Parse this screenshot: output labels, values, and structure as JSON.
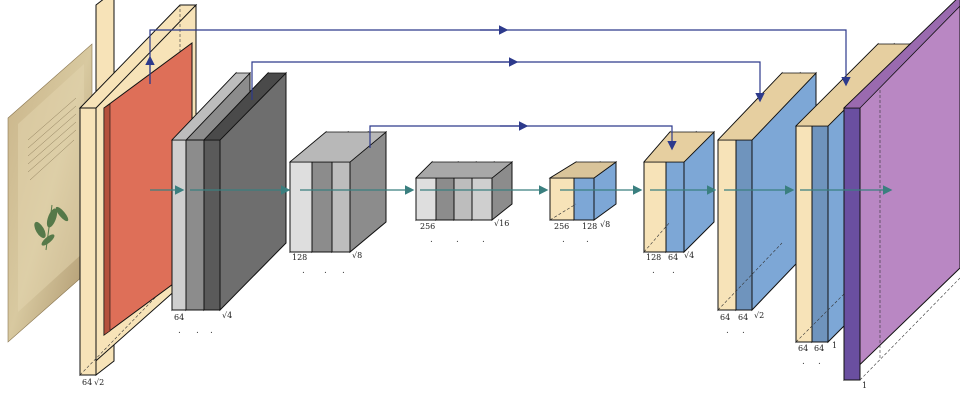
{
  "colors": {
    "encoder_block": "#f7e3b8",
    "conv_red": "#de6f58",
    "dark_gray": "#5a5a5a",
    "mid_gray": "#8c8c8c",
    "light_gray": "#cfcfcf",
    "decoder_blue": "#7da7d6",
    "output_purple": "#b987c3",
    "skip_arrow": "#2d3a8c",
    "flow_arrow": "#3a7f7f"
  },
  "labels": {
    "input_channels": "64",
    "input_scale": "√2",
    "enc1_channels": "64",
    "enc1_scale": "√4",
    "enc2_channels": "128",
    "enc2_scale": "√8",
    "bottleneck_channels": "256",
    "bottleneck_scale": "√16",
    "dec1_channels_a": "256",
    "dec1_channels_b": "128",
    "dec1_scale": "√8",
    "dec2_channels_a": "128",
    "dec2_channels_b": "64",
    "dec2_scale": "√4",
    "dec3_channels_a": "64",
    "dec3_channels_b": "64",
    "dec3_scale": "√2",
    "dec4_channels_a": "64",
    "dec4_channels_b": "64",
    "dec4_scale": "1",
    "output_scale": "1",
    "ellipsis": "."
  }
}
